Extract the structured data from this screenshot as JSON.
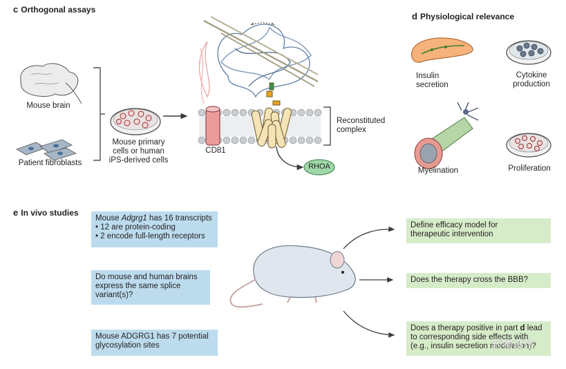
{
  "panel_c": {
    "letter": "c",
    "title": "Orthogonal assays",
    "mouse_brain": "Mouse brain",
    "patient_fibroblasts": "Patient fibroblasts",
    "cells_label": [
      "Mouse primary",
      "cells or human",
      "iPS-derived cells"
    ],
    "cd81": "CD81",
    "reconstituted": [
      "Reconstituted",
      "complex"
    ],
    "rhoa": "RHOA"
  },
  "panel_d": {
    "letter": "d",
    "title": "Physiological relevance",
    "insulin": [
      "Insulin",
      "secretion"
    ],
    "cytokine": [
      "Cytokine",
      "production"
    ],
    "myelination": "Myelination",
    "proliferation": "Proliferation"
  },
  "panel_e": {
    "letter": "e",
    "title": "In vivo studies",
    "box1_pre": "Mouse ",
    "box1_gene": "Adgrg1",
    "box1_post": " has 16 transcripts",
    "box1_b1": "• 12 are protein-coding",
    "box1_b2": "• 2 encode full-length receptors",
    "box2": [
      "Do mouse and human brains",
      "express the same splice",
      "variant(s)?"
    ],
    "box3": [
      "Mouse ADGRG1 has 7 potential",
      "glycosylation sites"
    ],
    "g1": [
      "Define efficacy model for",
      "therapeutic intervention"
    ],
    "g2": "Does the therapy cross the BBB?",
    "g3_l1_pre": "Does a therapy positive in part ",
    "g3_l1_bold": "d",
    "g3_l1_post": " lead",
    "g3_l2": "to corresponding side effects with",
    "g3_l3": "(e.g., insulin secretion modulation)?"
  },
  "watermark": "药物设计"
}
